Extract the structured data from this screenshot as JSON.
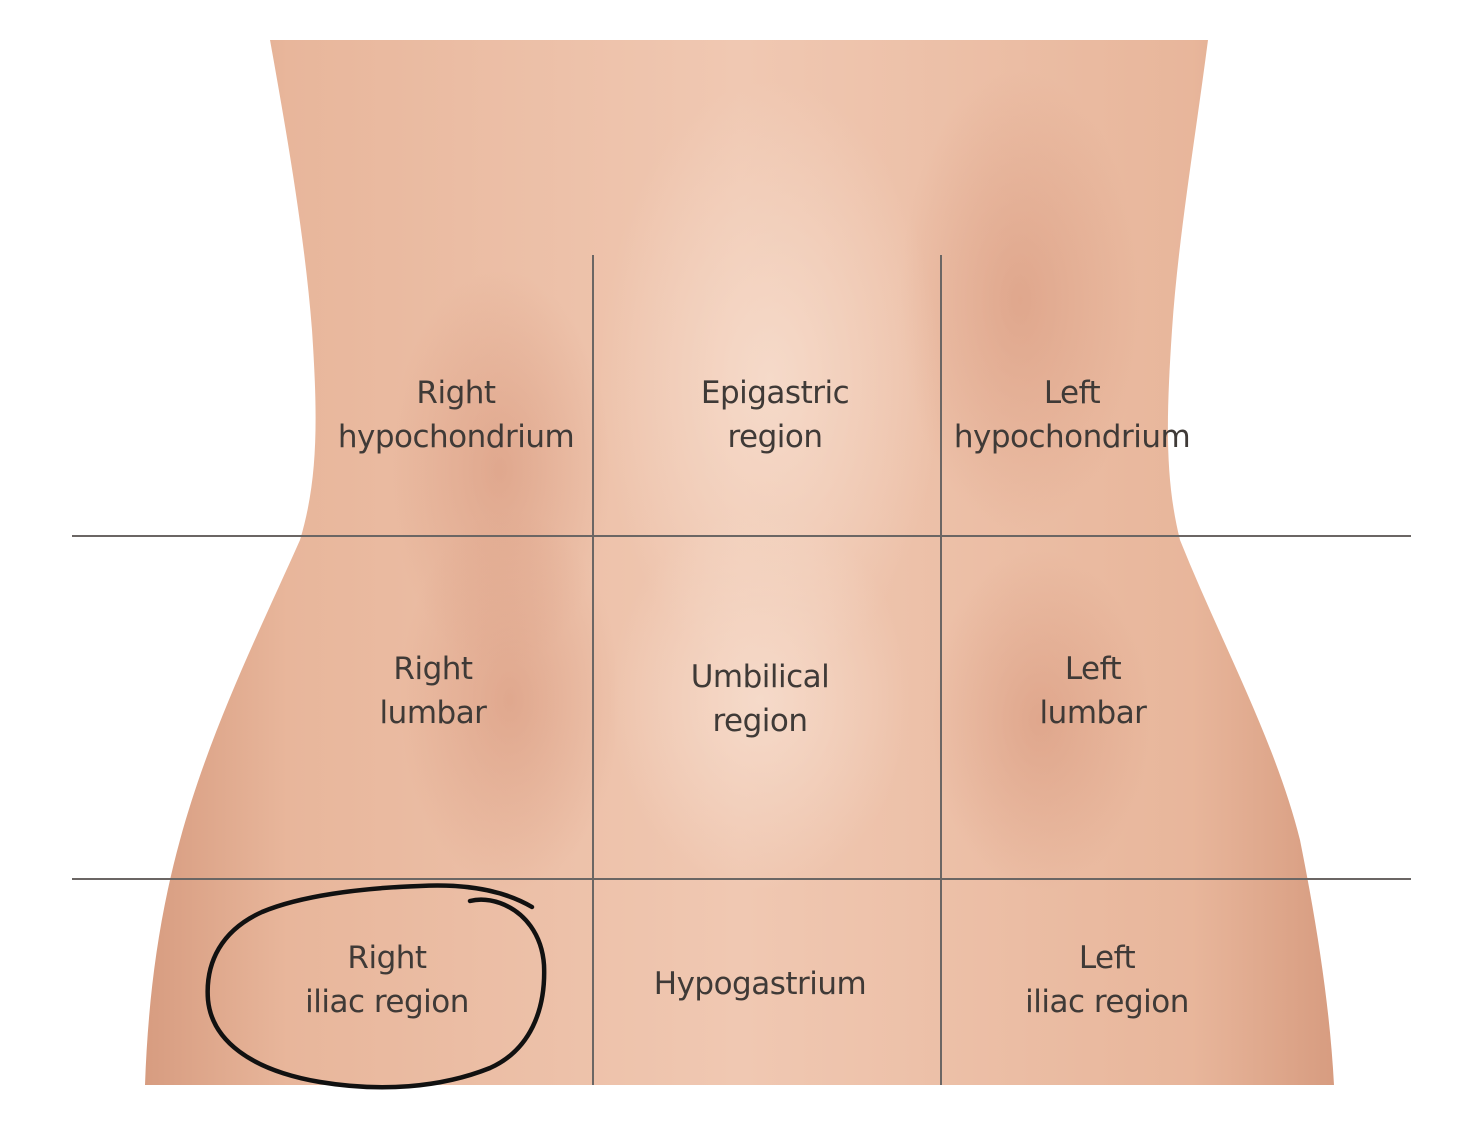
{
  "colors": {
    "background": "#ffffff",
    "skin": "#e9b79c",
    "skin_light": "#f3d2bf",
    "skin_shadow": "#d99b7f",
    "grid_line": "#6b6664",
    "label_text": "#3f3a37",
    "annotation_ink": "#111111"
  },
  "regions": {
    "right_hypochondrium": {
      "line1": "Right",
      "line2": "hypochondrium"
    },
    "epigastric": {
      "line1": "Epigastric",
      "line2": "region"
    },
    "left_hypochondrium": {
      "line1": "Left",
      "line2": "hypochondrium"
    },
    "right_lumbar": {
      "line1": "Right",
      "line2": "lumbar"
    },
    "umbilical": {
      "line1": "Umbilical",
      "line2": "region"
    },
    "left_lumbar": {
      "line1": "Left",
      "line2": "lumbar"
    },
    "right_iliac": {
      "line1": "Right",
      "line2": "iliac region"
    },
    "hypogastrium": {
      "line1": "Hypogastrium"
    },
    "left_iliac": {
      "line1": "Left",
      "line2": "iliac region"
    }
  },
  "annotation": {
    "shape": "hand-drawn-circle",
    "highlighted_region": "right_iliac"
  }
}
